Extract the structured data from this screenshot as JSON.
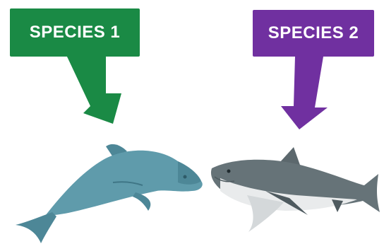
{
  "labels": {
    "species1": "SPECIES 1",
    "species2": "SPECIES 2"
  },
  "colors": {
    "species1": "#1a8a45",
    "species2": "#7030a0",
    "dolphin": "#5f9bab",
    "shark": "#667378"
  },
  "icons": {
    "species1": "dolphin",
    "species2": "great-white-shark"
  }
}
